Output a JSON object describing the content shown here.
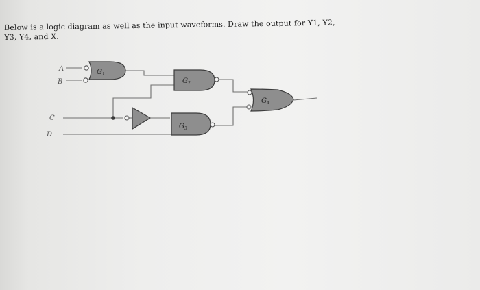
{
  "question": {
    "line1": "Below is a logic diagram as well as the input waveforms. Draw the output for Y1, Y2,",
    "line2": "Y3, Y4, and X."
  },
  "diagram": {
    "inputs": {
      "a": "A",
      "b": "B",
      "c": "C",
      "d": "D"
    },
    "gates": {
      "g1": "G",
      "g1_sub": "1",
      "g2": "G",
      "g2_sub": "2",
      "g3": "G",
      "g3_sub": "3",
      "g4": "G",
      "g4_sub": "4"
    }
  },
  "colors": {
    "gate_fill": "#8e8e8e",
    "wire": "#6f6f6f",
    "background": "#eeeeed"
  }
}
